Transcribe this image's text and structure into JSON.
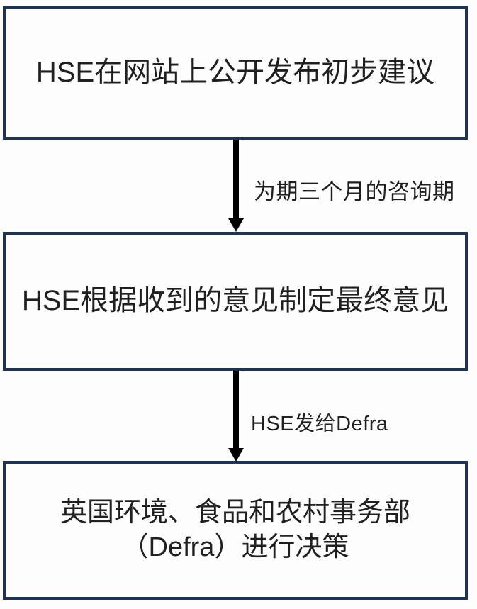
{
  "diagram": {
    "type": "flowchart",
    "orientation": "top-to-bottom",
    "colors": {
      "node_border": "#1f3354",
      "node_fill": "#fdfdfd",
      "connector": "#000000",
      "text": "#202020",
      "background": "#fdfdfd"
    },
    "nodes": [
      {
        "id": "node-1",
        "label": "HSE在网站上公开发布初步建议"
      },
      {
        "id": "node-2",
        "label": "HSE根据收到的意见制定最终意见"
      },
      {
        "id": "node-3",
        "label": "英国环境、食品和农村事务部\n（Defra）进行决策"
      }
    ],
    "connectors": [
      {
        "id": "connector-1",
        "from": "node-1",
        "to": "node-2",
        "arrow": "down-arrow-icon",
        "label": "为期三个月的咨询期"
      },
      {
        "id": "connector-2",
        "from": "node-2",
        "to": "node-3",
        "arrow": "down-arrow-icon",
        "label": "HSE发给Defra"
      }
    ]
  }
}
